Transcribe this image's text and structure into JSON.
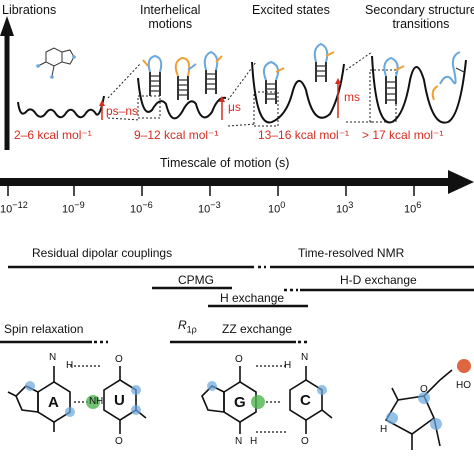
{
  "categories": {
    "librations": "Librations",
    "interhelical_1": "Interhelical",
    "interhelical_2": "motions",
    "excited": "Excited states",
    "secondary_1": "Secondary structure",
    "secondary_2": "transitions"
  },
  "energies": {
    "e1": "2–6 kcal mol⁻¹",
    "e2": "9–12 kcal mol⁻¹",
    "e3": "13–16 kcal mol⁻¹",
    "e4": "> 17 kcal mol⁻¹"
  },
  "barrier_labels": {
    "psns": "ps–ns",
    "us": "μs",
    "ms": "ms"
  },
  "timescale": {
    "title": "Timescale of motion (s)",
    "ticks": [
      {
        "base": "10",
        "exp": "−12"
      },
      {
        "base": "10",
        "exp": "−9"
      },
      {
        "base": "10",
        "exp": "−6"
      },
      {
        "base": "10",
        "exp": "−3"
      },
      {
        "base": "10",
        "exp": "0"
      },
      {
        "base": "10",
        "exp": "3"
      },
      {
        "base": "10",
        "exp": "6"
      }
    ]
  },
  "methods": {
    "rdc": "Residual dipolar couplings",
    "trnmr": "Time-resolved NMR",
    "cpmg": "CPMG",
    "hd": "H-D exchange",
    "hex": "H exchange",
    "spin": "Spin relaxation",
    "r1rho_base": "R",
    "r1rho_sub": "1ρ",
    "zz": "ZZ exchange"
  },
  "bases": {
    "a": "A",
    "u": "U",
    "g": "G",
    "c": "C"
  },
  "atoms": {
    "n": "N",
    "h": "H",
    "o": "O",
    "ho": "HO"
  },
  "colors": {
    "accent": "#d62c1f",
    "highlight": "#4db34d",
    "hbond_blue": "#6aa7dc",
    "rna_orange": "#f0a030"
  }
}
